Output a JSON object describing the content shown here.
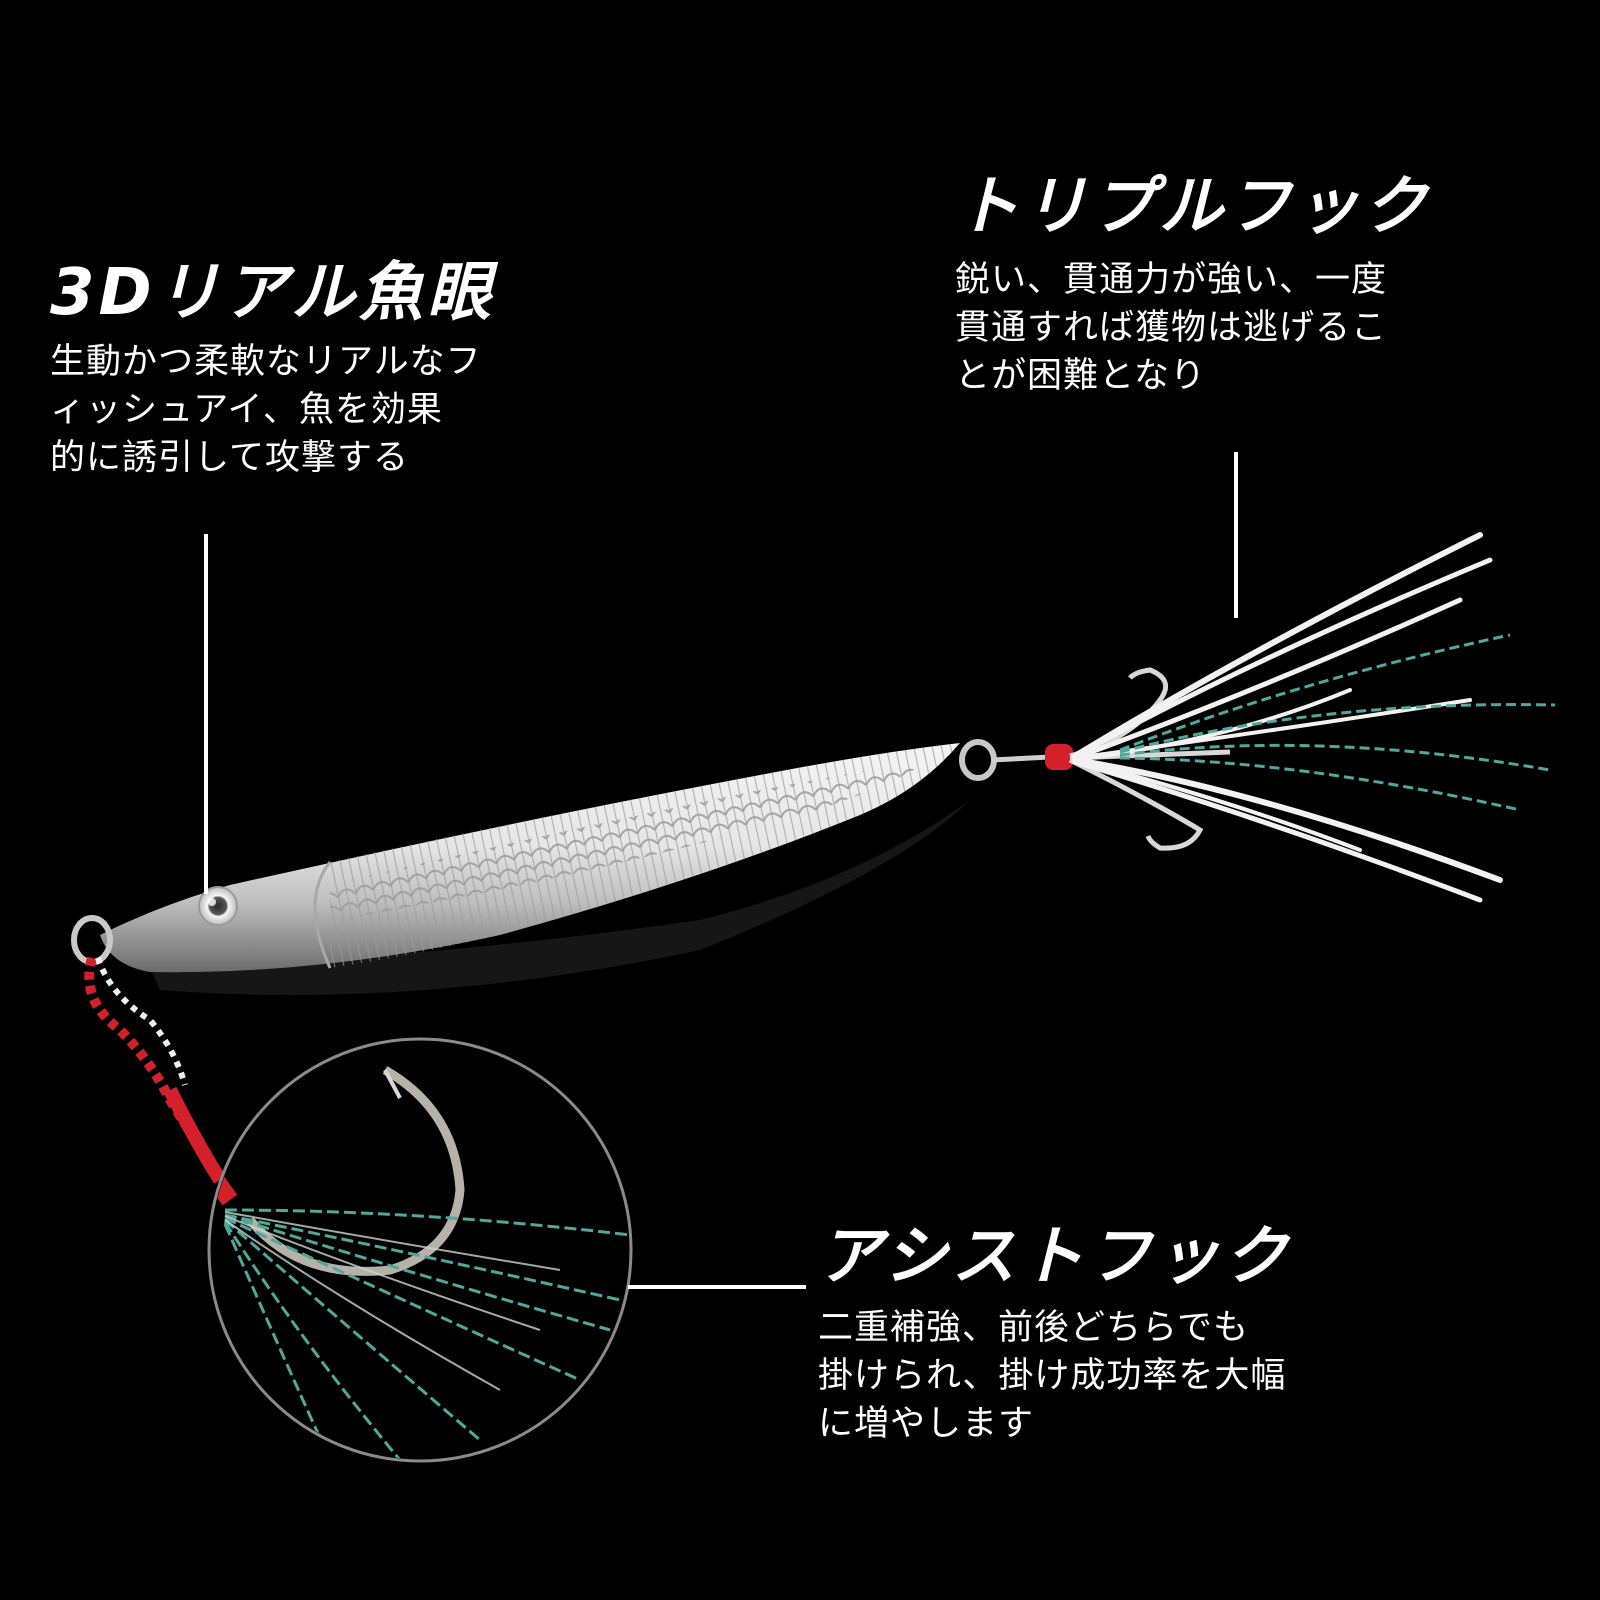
{
  "colors": {
    "background": "#000000",
    "text": "#ffffff",
    "lure_body": "#d9d9d9",
    "thread_red": "#d4202a",
    "tinsel_green": "#4fa89a",
    "feather": "#f2f2f2",
    "zoom_circle_border": "#8a8a8a"
  },
  "callouts": {
    "eye": {
      "title": "3Dリアル魚眼",
      "description": "生動かつ柔軟なリアルなフ\nィッシュアイ、魚を効果\n的に誘引して攻撃する"
    },
    "treble_hook": {
      "title": "トリプルフック",
      "description": "鋭い、貫通力が強い、一度\n貫通すれば獲物は逃げるこ\nとが困難となり"
    },
    "assist_hook": {
      "title": "アシストフック",
      "description": "二重補強、前後どちらでも\n掛けられ、掛け成功率を大幅\nに増やします"
    }
  }
}
